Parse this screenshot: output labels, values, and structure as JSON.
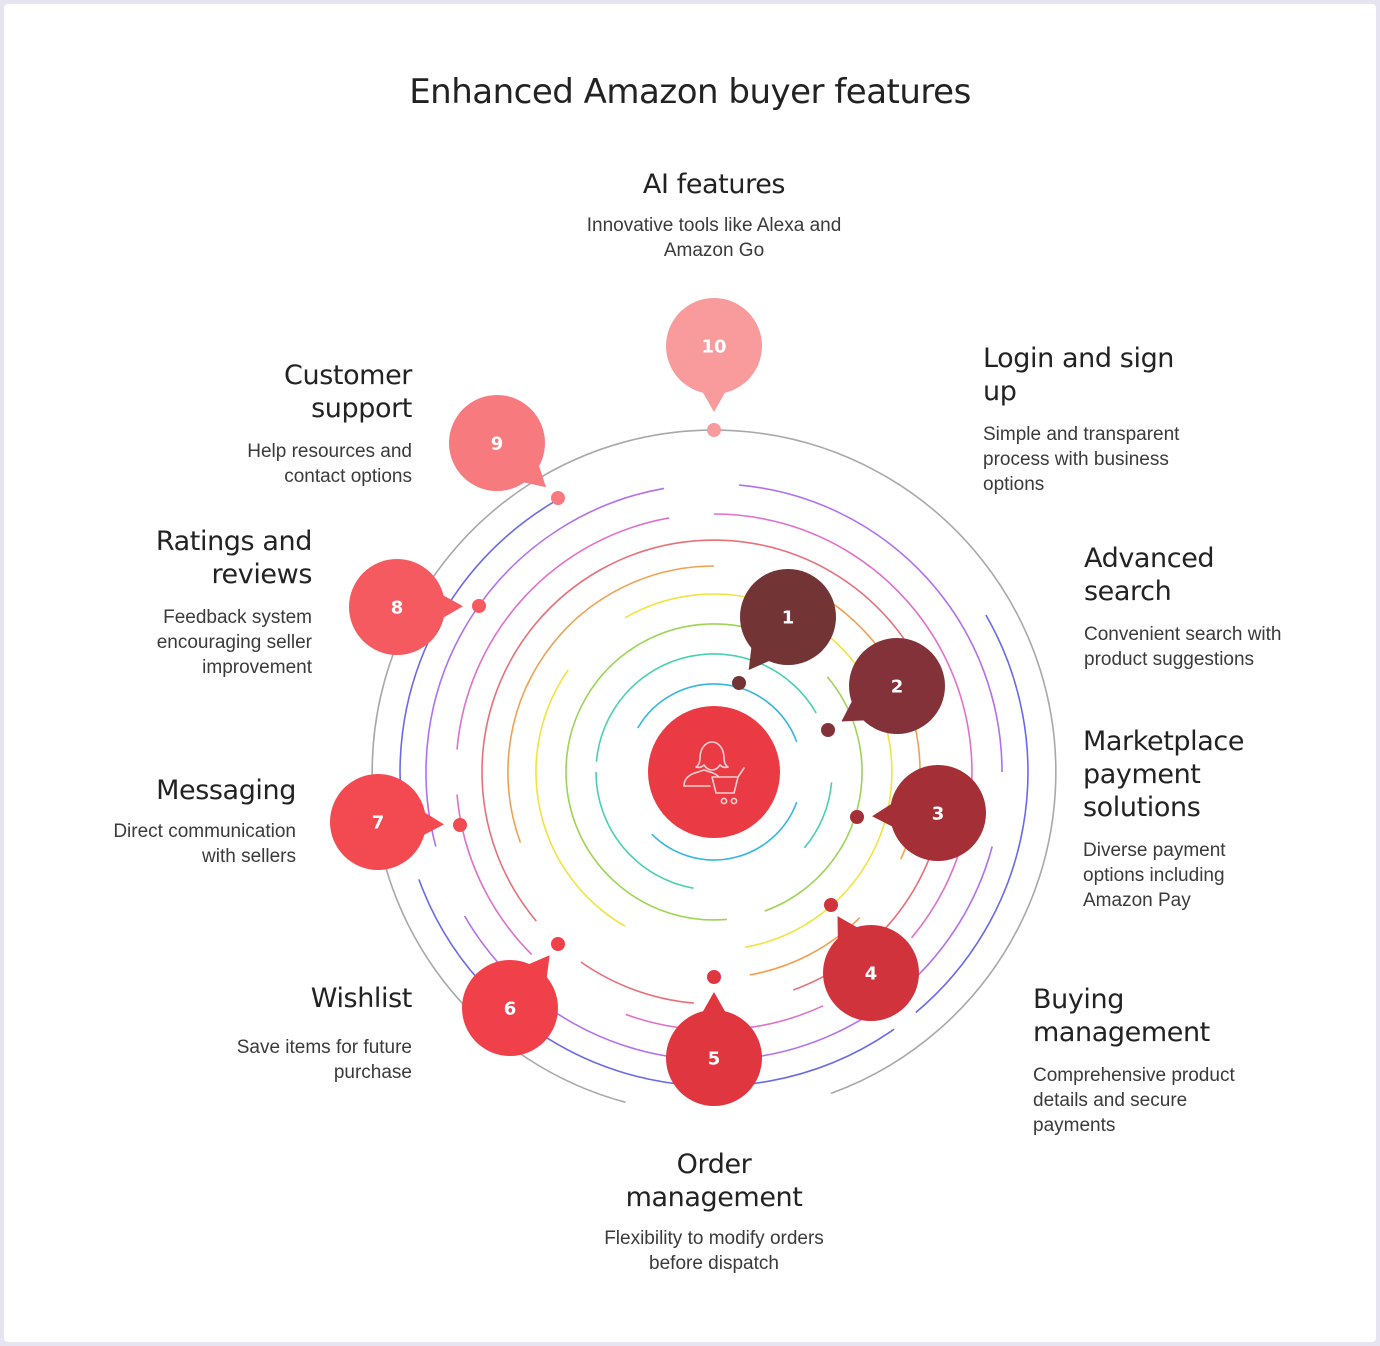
{
  "title": "Enhanced Amazon buyer features",
  "center_icon": "customer-shopping-cart-icon",
  "features": [
    {
      "number": "1",
      "title": "Login and sign up",
      "title_lines": [
        "Login and sign",
        "up"
      ],
      "description_lines": [
        "Simple and transparent",
        "process with business",
        "options"
      ],
      "color": "#733436",
      "ring_color": "#33b6e0"
    },
    {
      "number": "2",
      "title": "Advanced search",
      "title_lines": [
        "Advanced",
        "search"
      ],
      "description_lines": [
        "Convenient search with",
        "product suggestions"
      ],
      "color": "#84323a",
      "ring_color": "#48d0b0"
    },
    {
      "number": "3",
      "title": "Marketplace payment solutions",
      "title_lines": [
        "Marketplace",
        "payment",
        "solutions"
      ],
      "description_lines": [
        "Diverse payment",
        "options including",
        "Amazon Pay"
      ],
      "color": "#a52f37",
      "ring_color": "#9cd454"
    },
    {
      "number": "4",
      "title": "Buying management",
      "title_lines": [
        "Buying",
        "management"
      ],
      "description_lines": [
        "Comprehensive product",
        "details and secure",
        "payments"
      ],
      "color": "#d1333c",
      "ring_color": "#f0e440"
    },
    {
      "number": "5",
      "title": "Order management",
      "title_lines": [
        "Order",
        "management"
      ],
      "description_lines": [
        "Flexibility to modify orders",
        "before dispatch"
      ],
      "color": "#df3640",
      "ring_color": "#f0a050"
    },
    {
      "number": "6",
      "title": "Wishlist",
      "title_lines": [
        "Wishlist"
      ],
      "description_lines": [
        "Save items for future",
        "purchase"
      ],
      "color": "#f0414a",
      "ring_color": "#e87078"
    },
    {
      "number": "7",
      "title": "Messaging",
      "title_lines": [
        "Messaging"
      ],
      "description_lines": [
        "Direct communication",
        "with sellers"
      ],
      "color": "#f34a52",
      "ring_color": "#e070c8"
    },
    {
      "number": "8",
      "title": "Ratings and reviews",
      "title_lines": [
        "Ratings and",
        "reviews"
      ],
      "description_lines": [
        "Feedback system",
        "encouraging seller",
        "improvement"
      ],
      "color": "#f55a60",
      "ring_color": "#b070f0"
    },
    {
      "number": "9",
      "title": "Customer support",
      "title_lines": [
        "Customer",
        "support"
      ],
      "description_lines": [
        "Help resources and",
        "contact options"
      ],
      "color": "#f77a7e",
      "ring_color": "#6a6ae8"
    },
    {
      "number": "10",
      "title": "AI features",
      "title_lines": [
        "AI features"
      ],
      "description_lines": [
        "Innovative tools like Alexa and",
        "Amazon Go"
      ],
      "color": "#f99a9c",
      "ring_color": "#a8a8a8"
    }
  ],
  "center_color": "#ea3a43"
}
